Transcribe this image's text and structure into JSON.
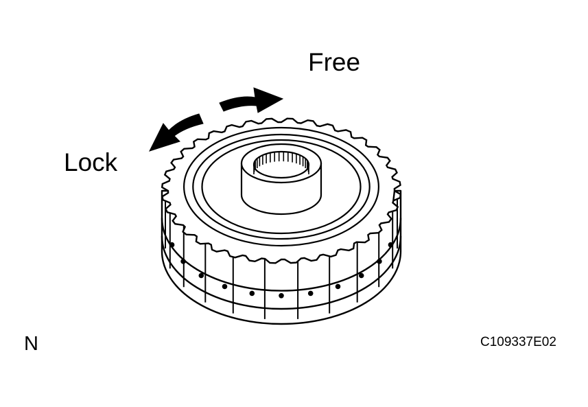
{
  "labels": {
    "free": "Free",
    "lock": "Lock",
    "view_marker": "N",
    "figure_code": "C109337E02"
  },
  "icons": {
    "part": "clutch-hub-icon",
    "free_arrow": "arrow-right-icon",
    "lock_arrow": "arrow-left-icon"
  },
  "colors": {
    "ink": "#000000",
    "paper": "#ffffff"
  }
}
